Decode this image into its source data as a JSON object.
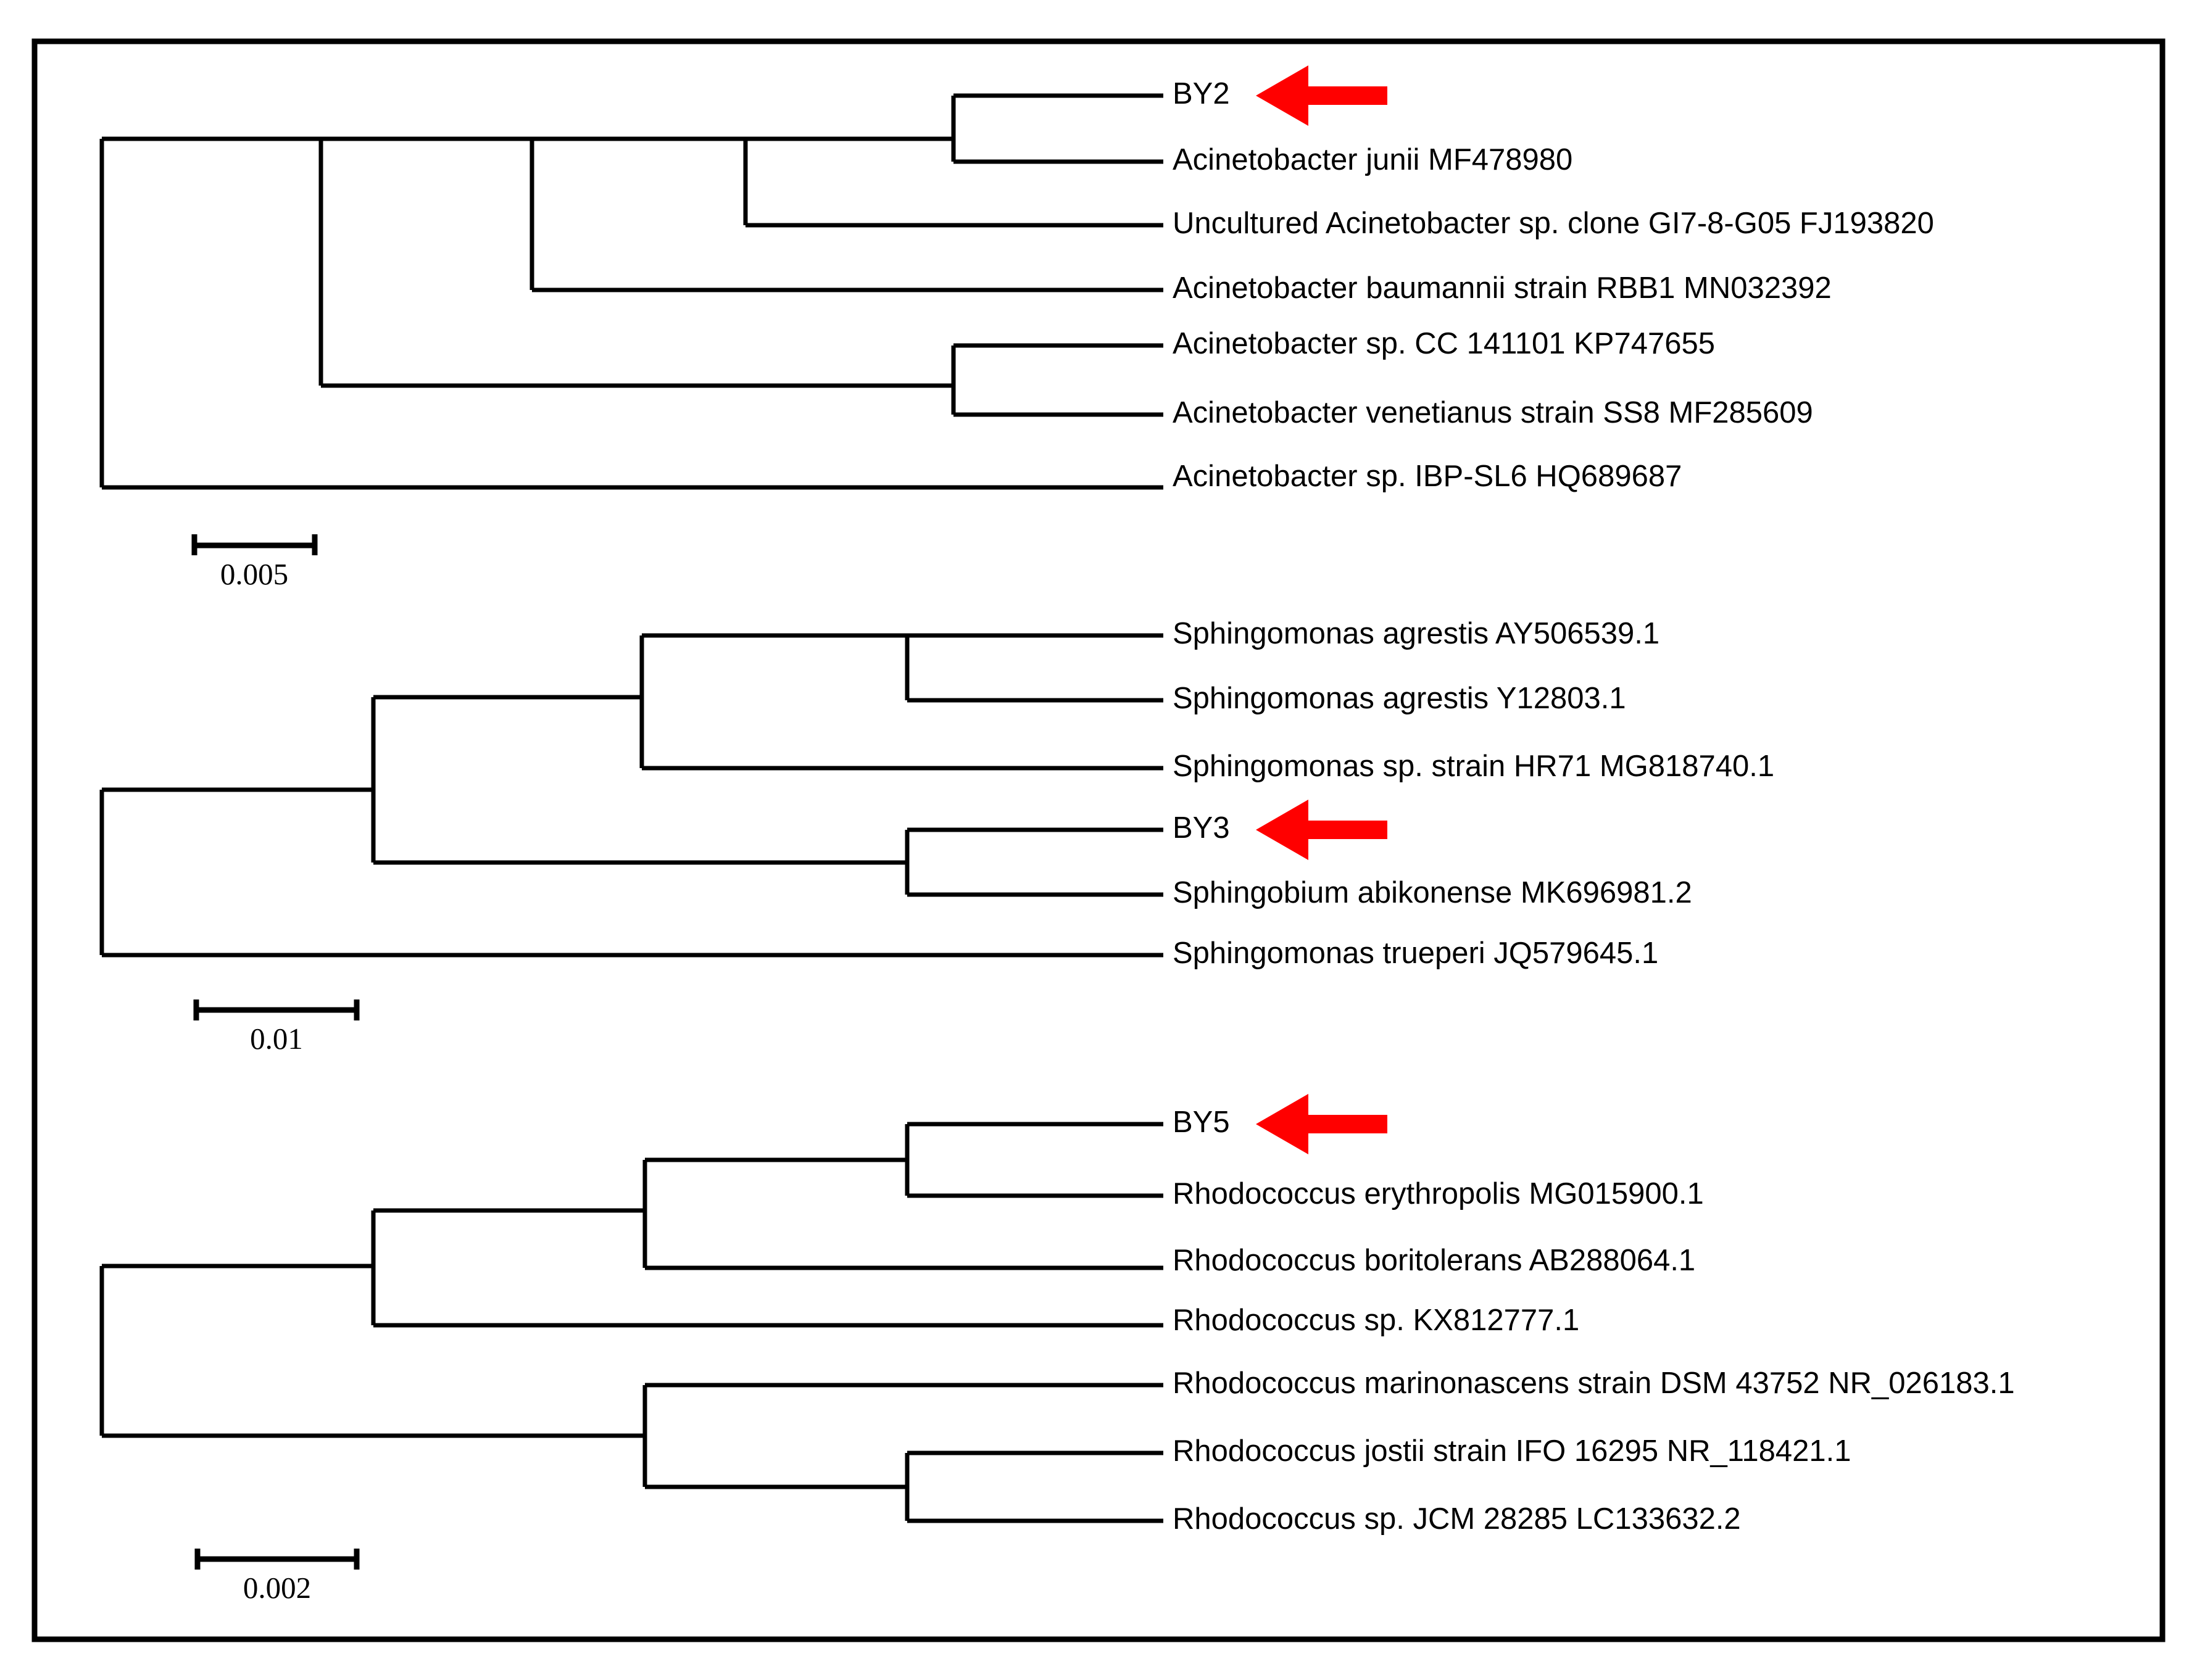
{
  "figure": {
    "kind": "phylogenetic-tree-figure",
    "panel_count": 3,
    "frame_color": "#000000",
    "line_color": "#000000",
    "arrow_color": "#ff0000"
  },
  "chart_data": {
    "type": "tree",
    "title": "",
    "panels": [
      {
        "id": "panel-acinetobacter",
        "scale_bar": {
          "label": "0.005",
          "value": 0.005
        },
        "taxa": [
          {
            "label": "BY2",
            "highlighted": true
          },
          {
            "label": "Acinetobacter junii MF478980",
            "highlighted": false
          },
          {
            "label": "Uncultured Acinetobacter sp. clone GI7-8-G05 FJ193820",
            "highlighted": false
          },
          {
            "label": "Acinetobacter baumannii strain RBB1 MN032392",
            "highlighted": false
          },
          {
            "label": "Acinetobacter sp. CC 141101 KP747655",
            "highlighted": false
          },
          {
            "label": "Acinetobacter venetianus strain SS8 MF285609",
            "highlighted": false
          },
          {
            "label": "Acinetobacter sp. IBP-SL6 HQ689687",
            "highlighted": false
          }
        ]
      },
      {
        "id": "panel-sphingomonas",
        "scale_bar": {
          "label": "0.01",
          "value": 0.01
        },
        "taxa": [
          {
            "label": "Sphingomonas agrestis AY506539.1",
            "highlighted": false
          },
          {
            "label": "Sphingomonas agrestis Y12803.1",
            "highlighted": false
          },
          {
            "label": "Sphingomonas sp. strain HR71 MG818740.1",
            "highlighted": false
          },
          {
            "label": "BY3",
            "highlighted": true
          },
          {
            "label": "Sphingobium abikonense MK696981.2",
            "highlighted": false
          },
          {
            "label": "Sphingomonas trueperi  JQ579645.1",
            "highlighted": false
          }
        ]
      },
      {
        "id": "panel-rhodococcus",
        "scale_bar": {
          "label": "0.002",
          "value": 0.002
        },
        "taxa": [
          {
            "label": "BY5",
            "highlighted": true
          },
          {
            "label": "Rhodococcus erythropolis MG015900.1",
            "highlighted": false
          },
          {
            "label": "Rhodococcus boritolerans AB288064.1",
            "highlighted": false
          },
          {
            "label": "Rhodococcus sp. KX812777.1",
            "highlighted": false
          },
          {
            "label": "Rhodococcus marinonascens strain DSM 43752 NR_026183.1",
            "highlighted": false
          },
          {
            "label": "Rhodococcus jostii strain IFO 16295 NR_118421.1",
            "highlighted": false
          },
          {
            "label": "Rhodococcus sp. JCM 28285 LC133632.2",
            "highlighted": false
          }
        ]
      }
    ],
    "annotations": [
      {
        "name": "arrow-by2",
        "points_to": "BY2",
        "color": "#ff0000"
      },
      {
        "name": "arrow-by3",
        "points_to": "BY3",
        "color": "#ff0000"
      },
      {
        "name": "arrow-by5",
        "points_to": "BY5",
        "color": "#ff0000"
      }
    ]
  }
}
